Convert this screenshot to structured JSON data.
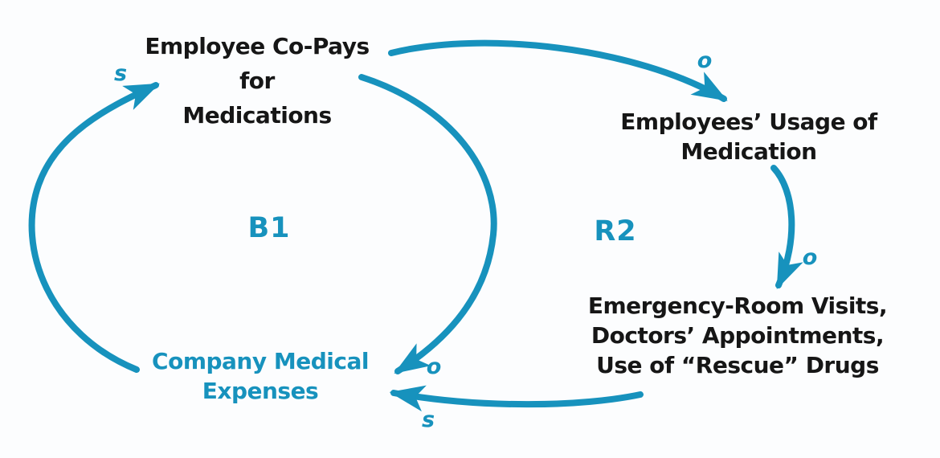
{
  "diagram": {
    "background_color": "#fcfdfe",
    "accent_color": "#1792bd",
    "text_color": "#161616",
    "nodes": [
      {
        "id": "employee-copays",
        "lines": [
          "Employee Co-Pays",
          "for",
          "Medications"
        ]
      },
      {
        "id": "employees-usage",
        "lines": [
          "Employees’ Usage of",
          "Medication"
        ]
      },
      {
        "id": "er-visits",
        "lines": [
          "Emergency-Room Visits,",
          "Doctors’ Appointments,",
          "Use of “Rescue” Drugs"
        ]
      },
      {
        "id": "company-expenses",
        "lines": [
          "Company Medical",
          "Expenses"
        ],
        "color": "accent"
      }
    ],
    "loops": [
      {
        "id": "B1",
        "label": "B1"
      },
      {
        "id": "R2",
        "label": "R2"
      }
    ],
    "links": [
      {
        "from": "company-expenses",
        "to": "employee-copays",
        "polarity": "s"
      },
      {
        "from": "employee-copays",
        "to": "employees-usage",
        "polarity": "o"
      },
      {
        "from": "employees-usage",
        "to": "er-visits",
        "polarity": "o"
      },
      {
        "from": "employee-copays",
        "to": "company-expenses",
        "polarity": "o"
      },
      {
        "from": "er-visits",
        "to": "company-expenses",
        "polarity": "s"
      }
    ]
  }
}
